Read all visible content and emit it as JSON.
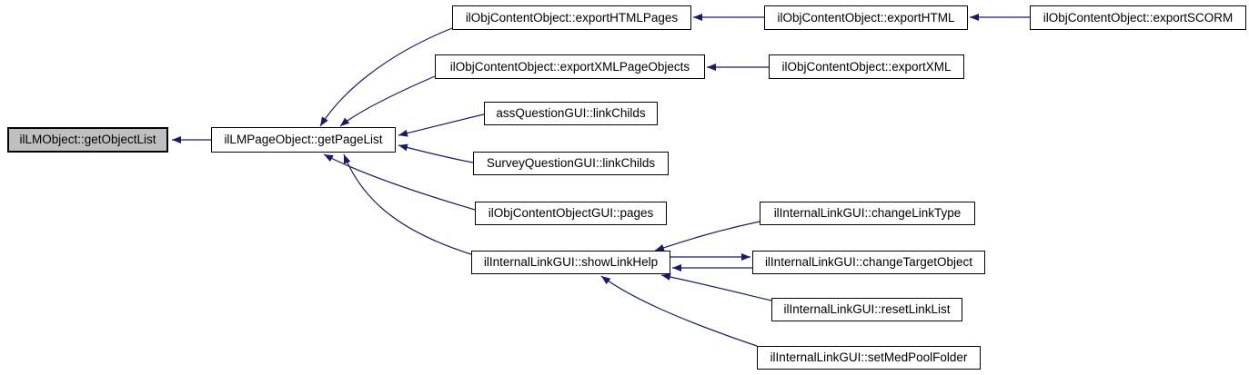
{
  "diagram": {
    "type": "doxygen-caller-graph",
    "colors": {
      "edge": "#191970",
      "node_border": "#000000",
      "node_fill": "#ffffff",
      "focused_node_fill": "#bfbfbf",
      "text": "#000000",
      "background": "#ffffff"
    },
    "nodes": {
      "getObjectList": {
        "label": "ilLMObject::getObjectList",
        "focused": true
      },
      "getPageList": {
        "label": "ilLMPageObject::getPageList"
      },
      "exportHTMLPages": {
        "label": "ilObjContentObject::exportHTMLPages"
      },
      "exportHTML": {
        "label": "ilObjContentObject::exportHTML"
      },
      "exportSCORM": {
        "label": "ilObjContentObject::exportSCORM"
      },
      "exportXMLPageObjects": {
        "label": "ilObjContentObject::exportXMLPageObjects"
      },
      "exportXML": {
        "label": "ilObjContentObject::exportXML"
      },
      "assLinkChilds": {
        "label": "assQuestionGUI::linkChilds"
      },
      "surveyLinkChilds": {
        "label": "SurveyQuestionGUI::linkChilds"
      },
      "pages": {
        "label": "ilObjContentObjectGUI::pages"
      },
      "showLinkHelp": {
        "label": "ilInternalLinkGUI::showLinkHelp"
      },
      "changeLinkType": {
        "label": "ilInternalLinkGUI::changeLinkType"
      },
      "changeTargetObject": {
        "label": "ilInternalLinkGUI::changeTargetObject"
      },
      "resetLinkList": {
        "label": "ilInternalLinkGUI::resetLinkList"
      },
      "setMedPoolFolder": {
        "label": "ilInternalLinkGUI::setMedPoolFolder"
      }
    },
    "edges": [
      {
        "from": "getPageList",
        "to": "getObjectList"
      },
      {
        "from": "exportHTML",
        "to": "exportHTMLPages"
      },
      {
        "from": "exportSCORM",
        "to": "exportHTML"
      },
      {
        "from": "exportXML",
        "to": "exportXMLPageObjects"
      },
      {
        "from": "exportHTMLPages",
        "to": "getPageList"
      },
      {
        "from": "exportXMLPageObjects",
        "to": "getPageList"
      },
      {
        "from": "assLinkChilds",
        "to": "getPageList"
      },
      {
        "from": "surveyLinkChilds",
        "to": "getPageList"
      },
      {
        "from": "pages",
        "to": "getPageList"
      },
      {
        "from": "showLinkHelp",
        "to": "getPageList"
      },
      {
        "from": "changeLinkType",
        "to": "showLinkHelp"
      },
      {
        "from": "showLinkHelp",
        "to": "changeTargetObject"
      },
      {
        "from": "changeTargetObject",
        "to": "showLinkHelp"
      },
      {
        "from": "resetLinkList",
        "to": "showLinkHelp"
      },
      {
        "from": "setMedPoolFolder",
        "to": "showLinkHelp"
      }
    ]
  }
}
